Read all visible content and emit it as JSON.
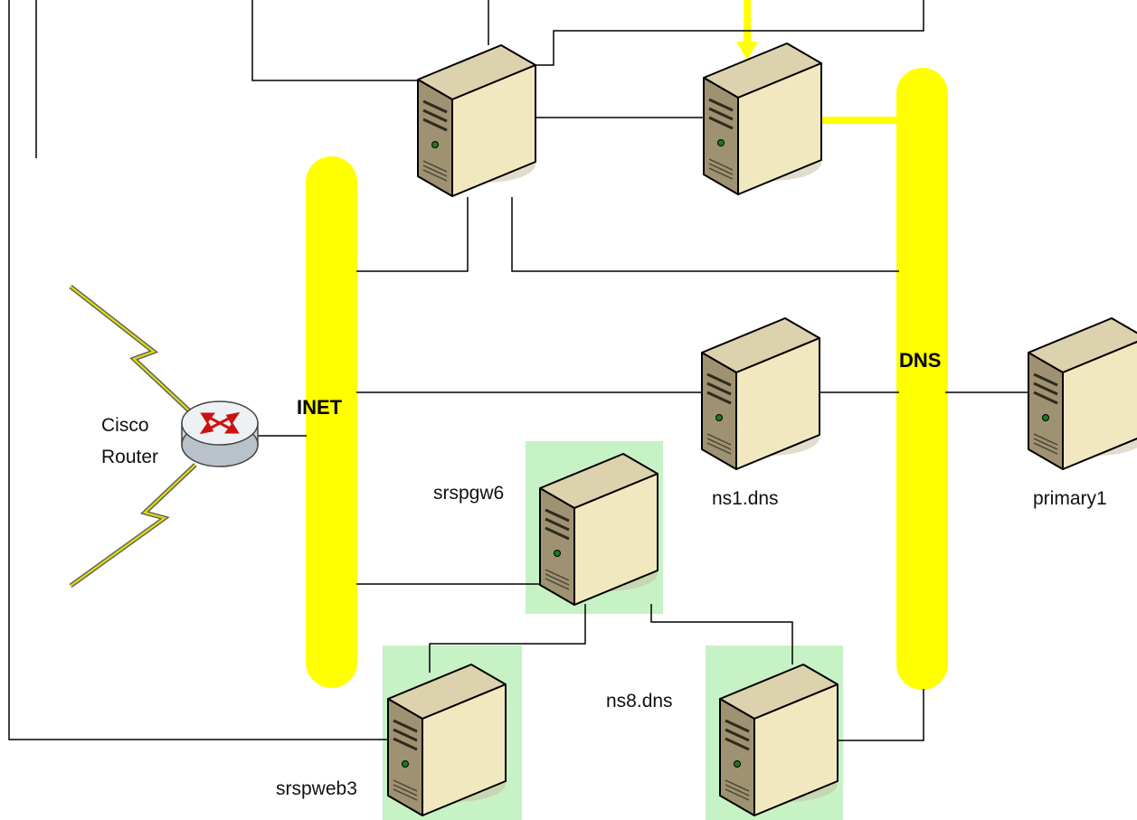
{
  "colors": {
    "bus": "#ffff00",
    "highlight": "#c6f2c6",
    "line": "#000000",
    "server_front": "#f2e8c0",
    "server_side": "#9e9272",
    "server_top": "#ddd2ae"
  },
  "buses": {
    "inet": {
      "label": "INET"
    },
    "dns": {
      "label": "DNS"
    }
  },
  "router": {
    "label_line1": "Cisco",
    "label_line2": "Router",
    "icon": "router-icon"
  },
  "servers": [
    {
      "id": "top-gateway",
      "label": ""
    },
    {
      "id": "top-dns",
      "label": ""
    },
    {
      "id": "ns1",
      "label": "ns1.dns"
    },
    {
      "id": "primary1",
      "label": "primary1"
    },
    {
      "id": "srspgw6",
      "label": "srspgw6"
    },
    {
      "id": "srspweb3",
      "label": "srspweb3"
    },
    {
      "id": "ns8",
      "label": "ns8.dns"
    }
  ]
}
